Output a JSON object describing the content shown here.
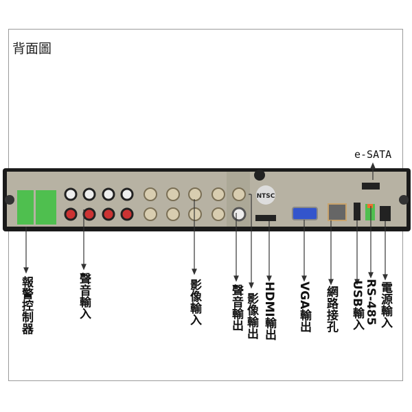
{
  "title": "背面圖",
  "panel": {
    "badge": "NTSC"
  },
  "labels": {
    "esata": "e-SATA",
    "alarm": "報警控制器",
    "audio_in": "聲音輸入",
    "video_in": "影像輸入",
    "audio_out": "聲音輸出",
    "video_out": "影像輸出",
    "hdmi": "HDMI輸出",
    "vga": "VGA輸出",
    "lan": "網路接孔",
    "usb": "USB輸入",
    "rs485": "RS-485",
    "power": "電源輸入"
  }
}
